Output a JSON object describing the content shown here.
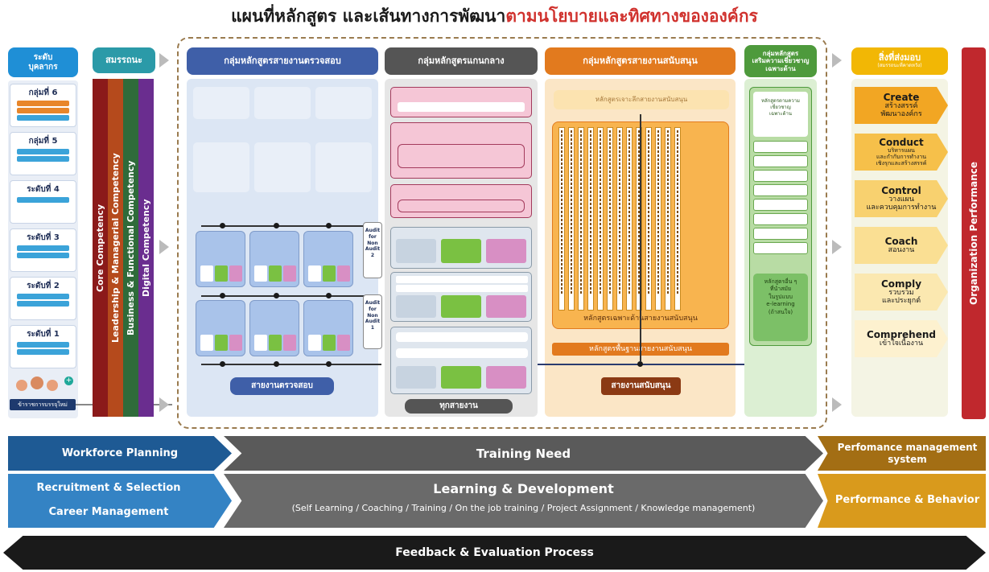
{
  "title": {
    "main": "แผนที่หลักสูตร และเส้นทางการพัฒนา",
    "highlight": "ตามนโยบายและทิศทางขององค์กร"
  },
  "headers": {
    "personnel_level": "ระดับ\nบุคลากร",
    "competency": "สมรรถนะ",
    "audit_group": "กลุ่มหลักสูตรสายงานตรวจสอบ",
    "core_group": "กลุ่มหลักสูตรแกนกลาง",
    "support_group": "กลุ่มหลักสูตรสายงานสนับสนุน",
    "enhance_group": "กลุ่มหลักสูตร\nเสริมความเชี่ยวชาญ\nเฉพาะด้าน",
    "deliverable": "สิ่งที่ส่งมอบ",
    "deliverable_sub": "(สมรรถนะที่คาดหวัง)"
  },
  "levels": [
    {
      "label": "กลุ่มที่ 6",
      "pill_colors": [
        "#e8862a",
        "#e8862a",
        "#3ba3d9"
      ]
    },
    {
      "label": "กลุ่มที่ 5",
      "pill_colors": [
        "#3ba3d9",
        "#3ba3d9"
      ]
    },
    {
      "label": "ระดับที่ 4",
      "pill_colors": [
        "#3ba3d9"
      ]
    },
    {
      "label": "ระดับที่ 3",
      "pill_colors": [
        "#3ba3d9",
        "#3ba3d9"
      ]
    },
    {
      "label": "ระดับที่ 2",
      "pill_colors": [
        "#3ba3d9",
        "#3ba3d9"
      ]
    },
    {
      "label": "ระดับที่ 1",
      "pill_colors": [
        "#3ba3d9",
        "#3ba3d9"
      ]
    }
  ],
  "new_staff": "ข้าราชการบรรจุใหม่",
  "competencies": [
    {
      "label": "Core Competency",
      "color": "#8b1a1a"
    },
    {
      "label": "Leadership & Managerial Competency",
      "color": "#b54a1c"
    },
    {
      "label": "Business & Functional Competency",
      "color": "#2f6b3a"
    },
    {
      "label": "Digital Competency",
      "color": "#6a2d8f"
    }
  ],
  "audit": {
    "footer": "สายงานตรวจสอบ",
    "non_audit_2": "Audit for Non Audit 2",
    "non_audit_1": "Audit for Non Audit 1"
  },
  "core": {
    "footer": "ทุกสายงาน"
  },
  "support": {
    "top_label": "หลักสูตรเจาะลึกสายงานสนับสนุน",
    "specific_label": "หลักสูตรเฉพาะด้านสายงานสนับสนุน",
    "base_label": "หลักสูตรพื้นฐานสายงานสนับสนุน",
    "footer": "สายงานสนับสนุน"
  },
  "enhance": {
    "top": "หลักสูตรตามความเชี่ยวชาญ\nเฉพาะด้าน",
    "bottom": "หลักสูตรอื่น ๆ\nที่นำสมัย\nในรูปแบบ\ne-learning\n(ถ้าสนใจ)"
  },
  "deliverables": [
    {
      "title": "Create",
      "sub": "สร้างสรรค์\nพัฒนาองค์กร",
      "color": "#f2a623"
    },
    {
      "title": "Conduct",
      "sub": "บริหารแผน\nและกำกับการทำงาน\nเชิงรุกและสร้างสรรค์",
      "color": "#f6c04a"
    },
    {
      "title": "Control",
      "sub": "วางแผน\nและควบคุมการทำงาน",
      "color": "#f8d16f"
    },
    {
      "title": "Coach",
      "sub": "สอนงาน",
      "color": "#fadf93"
    },
    {
      "title": "Comply",
      "sub": "รวบรวม\nและประยุกต์",
      "color": "#fbe8b0"
    },
    {
      "title": "Comprehend",
      "sub": "เข้าใจเนื้องาน",
      "color": "#fdf1cf"
    }
  ],
  "org_performance": "Organization Performance",
  "bottom": {
    "workforce": "Workforce Planning",
    "training_need": "Training Need",
    "pms": "Perfomance management system",
    "recruitment": "Recruitment & Selection",
    "career": "Career Management",
    "learning": "Learning & Development",
    "learning_sub": "(Self Learning / Coaching  / Training / On the job training / Project Assignment / Knowledge management)",
    "perf_behavior": "Performance & Behavior",
    "feedback": "Feedback & Evaluation Process"
  },
  "colors": {
    "audit": "#3f5fa8",
    "core": "#555555",
    "support": "#e27a1e",
    "enhance": "#4e9a3c",
    "deliver": "#f2b705",
    "red": "#c0282d"
  }
}
